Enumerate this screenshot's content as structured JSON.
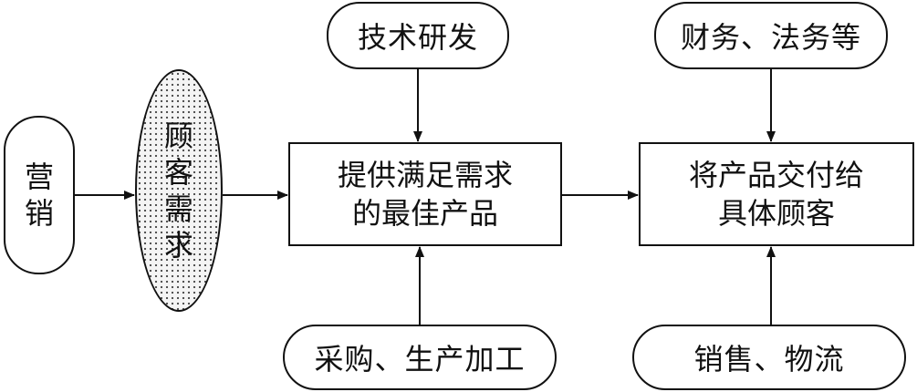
{
  "diagram": {
    "marketing": [
      "营",
      "销"
    ],
    "customer_needs": [
      "顾",
      "客",
      "需",
      "求"
    ],
    "rd": "技术研发",
    "finance_legal": "财务、法务等",
    "procurement_production": "采购、生产加工",
    "sales_logistics": "销售、物流",
    "best_product": [
      "提供满足需求",
      "的最佳产品"
    ],
    "deliver_product": [
      "将产品交付给",
      "具体顾客"
    ]
  },
  "colors": {
    "stroke": "#111111",
    "dot_fill": "#4a4a4a"
  }
}
